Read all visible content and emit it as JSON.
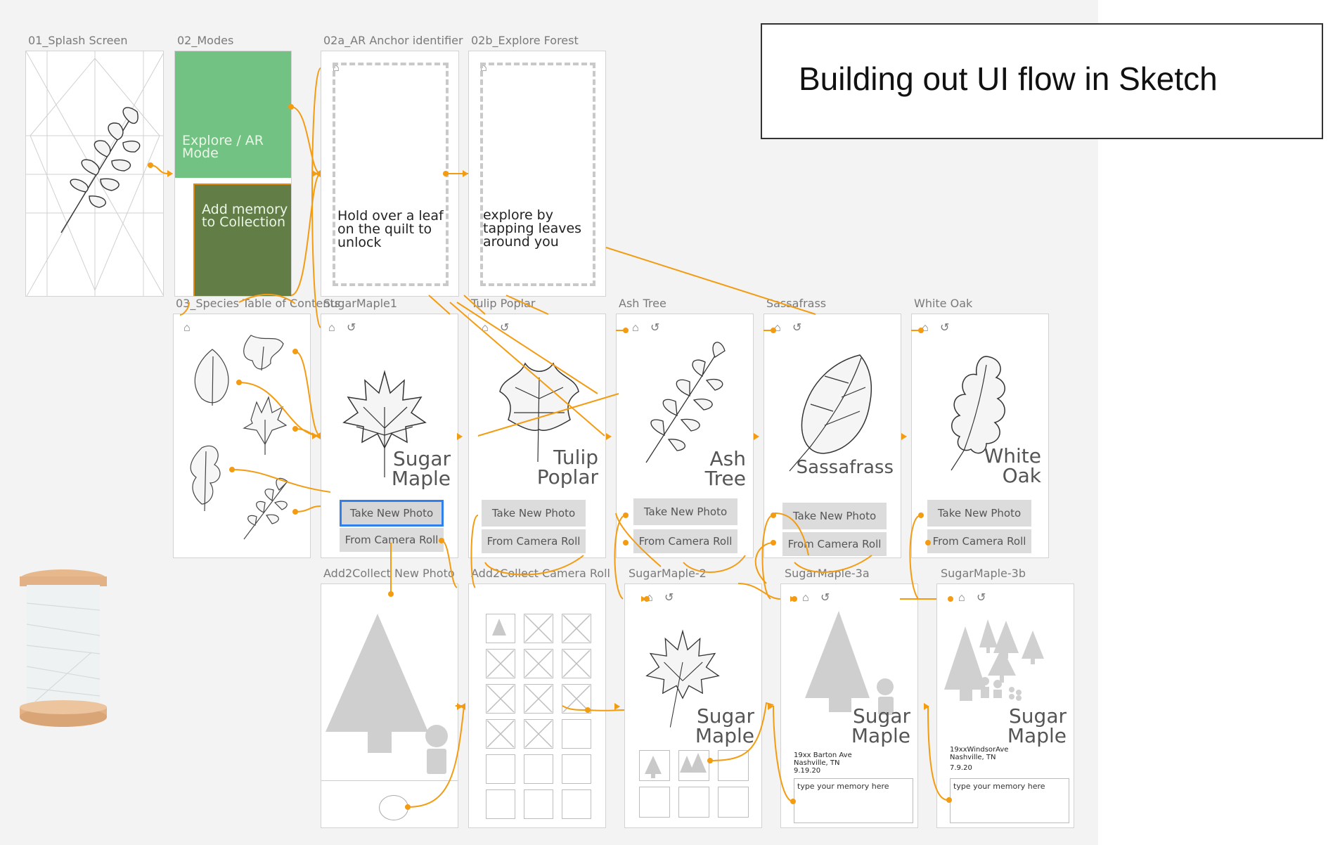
{
  "heading": "Building out UI flow in Sketch",
  "colors": {
    "wire": "#f39c12",
    "explore": "#72c383",
    "memory": "#627d45",
    "selected": "#2f80ed"
  },
  "artboards": {
    "splash": "01_Splash Screen",
    "modes": "02_Modes",
    "ar_anchor": "02a_AR Anchor identifier",
    "explore_forest": "02b_Explore Forest",
    "species": "03_Species Table of Contents",
    "sugar_maple1": "SugarMaple1",
    "tulip_poplar": "Tulip Poplar",
    "ash_tree": "Ash Tree",
    "sassafrass": "Sassafrass",
    "white_oak": "White Oak",
    "add_new_photo": "Add2Collect New Photo",
    "add_camera_roll": "Add2Collect Camera Roll",
    "sugar_maple2": "SugarMaple-2",
    "sugar_maple3a": "SugarMaple-3a",
    "sugar_maple3b": "SugarMaple-3b"
  },
  "modes": {
    "explore": "Explore / AR Mode",
    "memory": "Add memory to Collection"
  },
  "ar_text": "Hold over a leaf on the quilt to unlock",
  "explore_text": "explore by tapping leaves around you",
  "leaf_names": {
    "sugar_maple": "Sugar Maple",
    "tulip_poplar": "Tulip Poplar",
    "ash_tree": "Ash Tree",
    "sassafrass": "Sassafrass",
    "white_oak": "White Oak"
  },
  "buttons": {
    "take_photo": "Take New Photo",
    "camera_roll": "From Camera Roll"
  },
  "memory_3a": {
    "address": "19xx Barton Ave",
    "city": "Nashville, TN",
    "date": "9.19.20",
    "placeholder": "type your memory here"
  },
  "memory_3b": {
    "address": "19xxWindsorAve",
    "city": "Nashville, TN",
    "date": "7.9.20",
    "placeholder": "type your memory here"
  },
  "icons": [
    "home-icon",
    "back-icon",
    "leaf-icon",
    "tree-icon",
    "spool-image"
  ]
}
